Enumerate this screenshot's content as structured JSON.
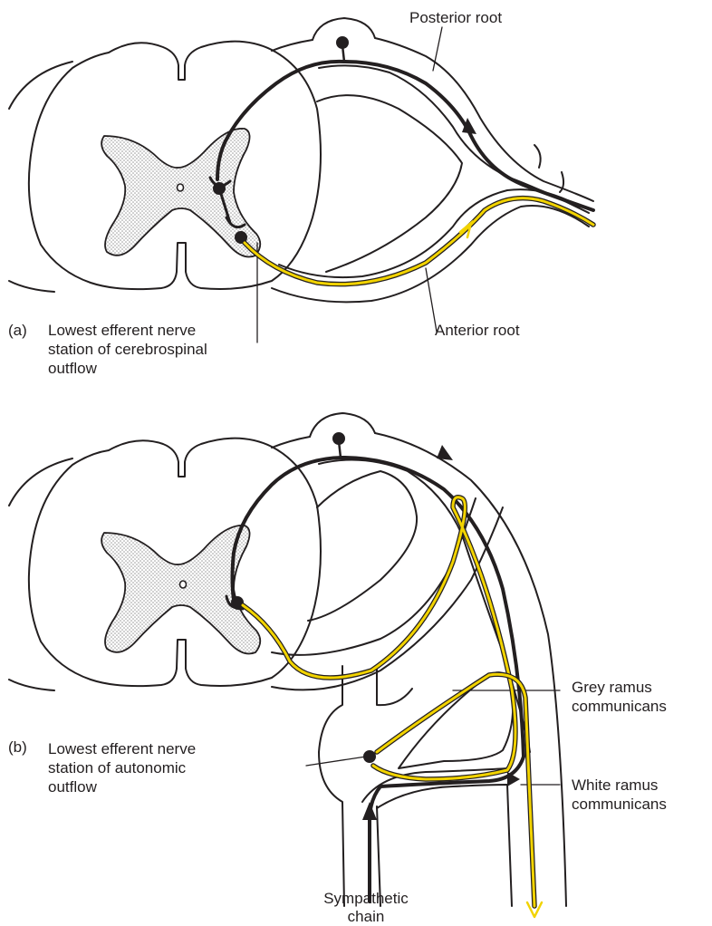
{
  "colors": {
    "ink": "#231f20",
    "efferent": "#f2d300",
    "grey_matter": "#d6d6d6"
  },
  "panel_a": {
    "tag": "(a)",
    "posterior_root": "Posterior root",
    "anterior_root": "Anterior root",
    "lowest_station": [
      "Lowest efferent nerve",
      "station of cerebrospinal",
      "outflow"
    ]
  },
  "panel_b": {
    "tag": "(b)",
    "grey_ramus": [
      "Grey ramus",
      "communicans"
    ],
    "white_ramus": [
      "White ramus",
      "communicans"
    ],
    "lowest_station": [
      "Lowest efferent nerve",
      "station of autonomic",
      "outflow"
    ],
    "sympathetic_chain": [
      "Sympathetic",
      "chain"
    ]
  }
}
